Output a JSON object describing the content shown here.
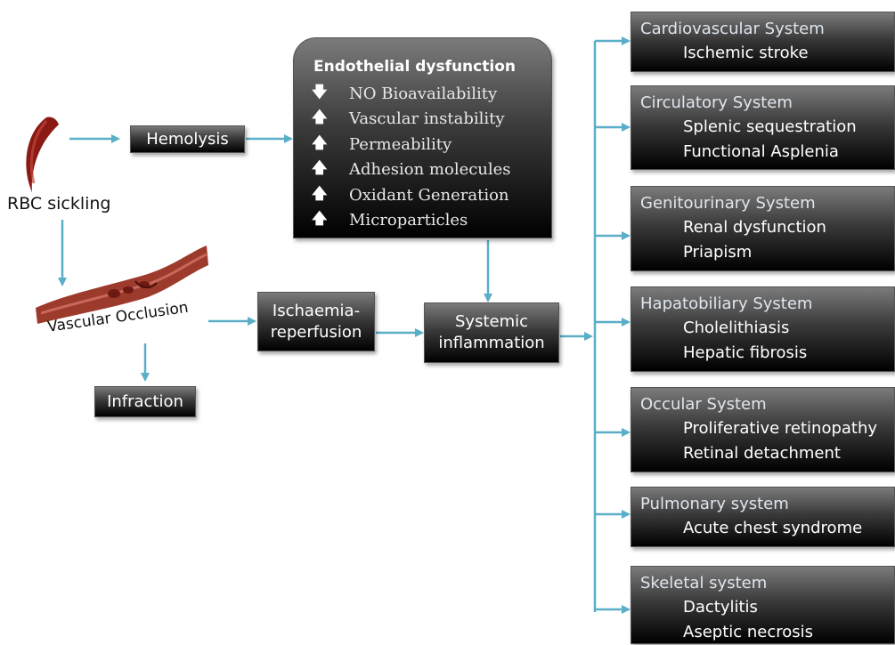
{
  "left": {
    "rbc_label": "RBC sickling",
    "hemolysis": "Hemolysis",
    "vascular_occlusion": "Vascular Occlusion",
    "infraction": "Infraction",
    "ischaemia_line1": "Ischaemia-",
    "ischaemia_line2": "reperfusion",
    "systemic_line1": "Systemic",
    "systemic_line2": "inflammation"
  },
  "endothelial": {
    "title": "Endothelial dysfunction",
    "items": [
      {
        "arrow": "down",
        "label": "NO Bioavailability"
      },
      {
        "arrow": "up",
        "label": "Vascular instability"
      },
      {
        "arrow": "up",
        "label": "Permeability"
      },
      {
        "arrow": "up",
        "label": "Adhesion molecules"
      },
      {
        "arrow": "up",
        "label": "Oxidant Generation"
      },
      {
        "arrow": "up",
        "label": "Microparticles"
      }
    ]
  },
  "systems": [
    {
      "title": "Cardiovascular System",
      "items": [
        "Ischemic stroke"
      ]
    },
    {
      "title": "Circulatory System",
      "items": [
        "Splenic sequestration",
        "Functional Asplenia"
      ]
    },
    {
      "title": "Genitourinary System",
      "items": [
        "Renal dysfunction",
        "Priapism"
      ]
    },
    {
      "title": "Hapatobiliary System",
      "items": [
        "Cholelithiasis",
        "Hepatic fibrosis"
      ]
    },
    {
      "title": "Occular System",
      "items": [
        "Proliferative retinopathy",
        "Retinal detachment"
      ]
    },
    {
      "title": "Pulmonary system",
      "items": [
        "Acute chest syndrome"
      ]
    },
    {
      "title": "Skeletal system",
      "items": [
        "Dactylitis",
        "Aseptic necrosis"
      ]
    }
  ],
  "colors": {
    "arrow": "#5aaec8",
    "rbc": "#8b1a14",
    "vessel": "#9c3a2c"
  }
}
